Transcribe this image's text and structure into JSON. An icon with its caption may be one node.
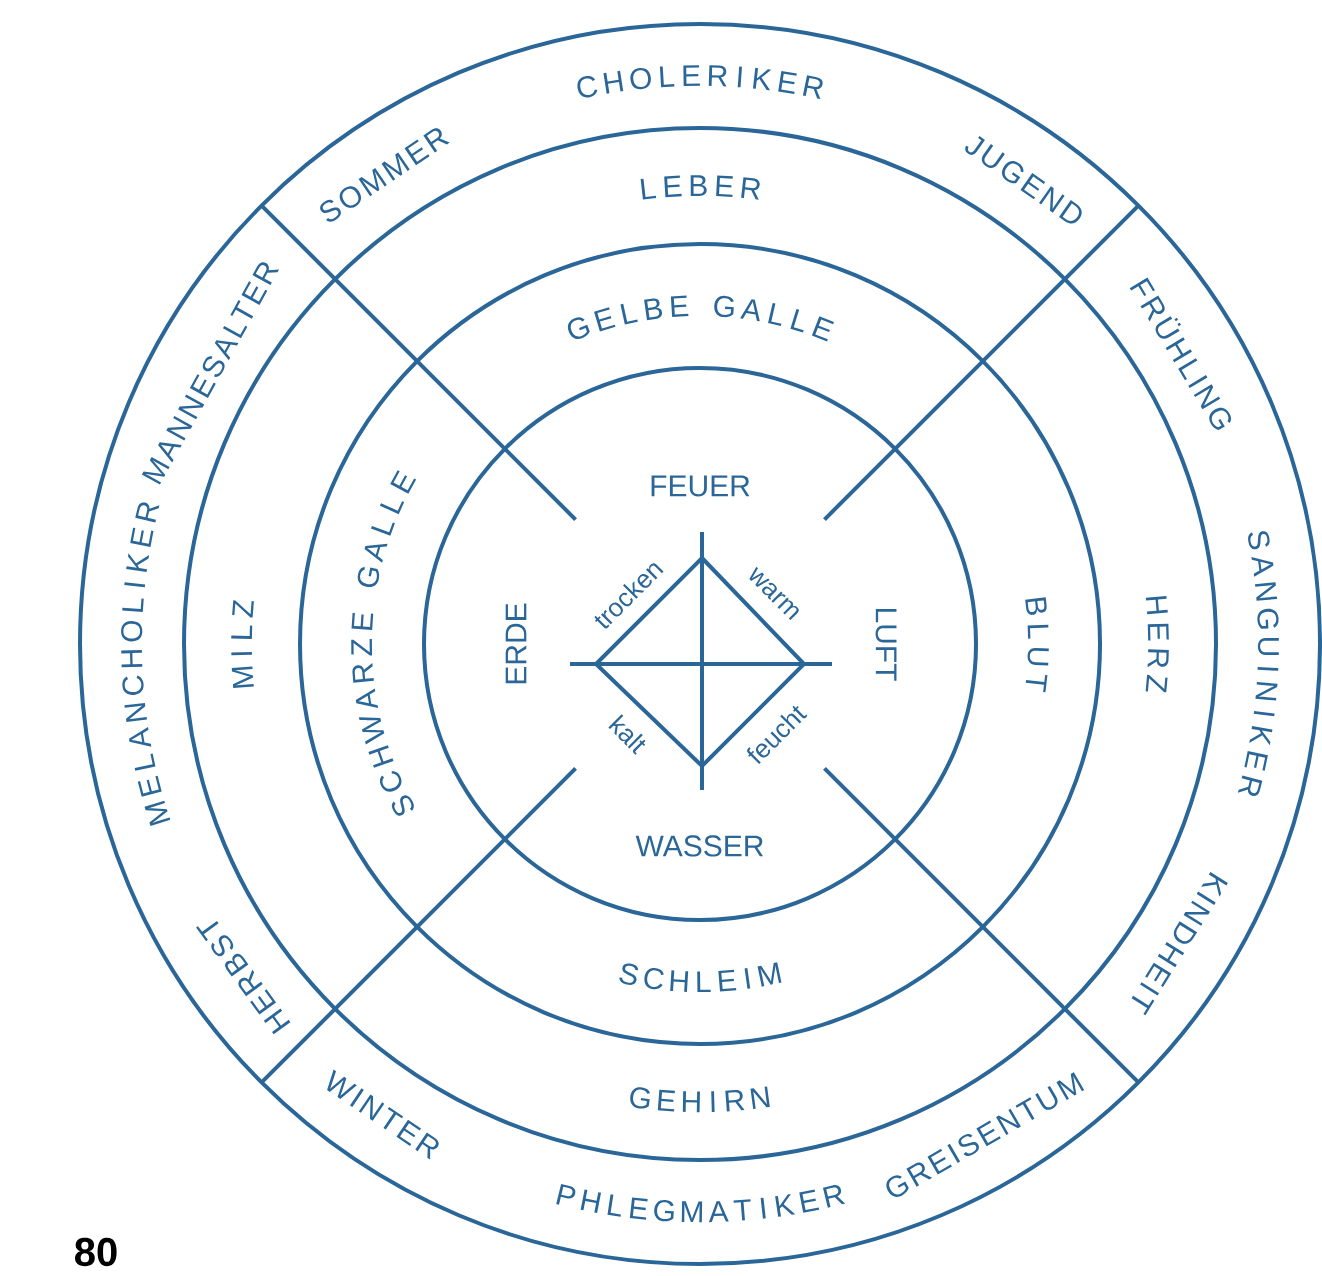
{
  "diagram": {
    "labels": [
      "CHOLERIKER",
      "SOMMER",
      "JUGEND",
      "FRÜHLING",
      "SANGUINIKER",
      "KINDHEIT",
      "GREISENTUM",
      "PHLEGMATIKER",
      "WINTER",
      "HERBST",
      "MELANCHOLIKER",
      "MANNESALTER",
      "LEBER",
      "HERZ",
      "GEHIRN",
      "MILZ",
      "GELBE GALLE",
      "BLUT",
      "SCHLEIM",
      "SCHWARZE GALLE",
      "FEUER",
      "LUFT",
      "WASSER",
      "ERDE",
      "trocken",
      "warm",
      "kalt",
      "feucht",
      "80"
    ]
  }
}
